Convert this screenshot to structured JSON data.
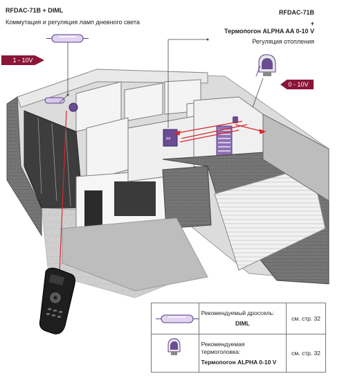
{
  "left_block": {
    "title": "RFDAC-71B + DIML",
    "subtitle": "Коммутация и регуляция ламп дневного света",
    "flag": "1 - 10V"
  },
  "right_block": {
    "title_line1": "RFDAC-71B",
    "plus": "+",
    "title_line2": "Термопогон ALPHA AA 0-10 V",
    "subtitle": "Регуляция отопления",
    "flag": "0 - 10V"
  },
  "legend": {
    "row1": {
      "label_line1": "Рекомендуемый дроссель:",
      "label_line2": "DIML",
      "ref": "см. стр. 32"
    },
    "row2": {
      "label_line1": "Рекомендуемая",
      "label_line2": "термоголовка:",
      "label_line3": "Термопогон  ALPHA 0-10 V",
      "ref": "см. стр. 32"
    }
  },
  "colors": {
    "flag": "#8a1538",
    "signal": "#d8262e",
    "device": "#6a4c93",
    "wall": "#5b5b5b",
    "floor": "#d6d6d6"
  }
}
